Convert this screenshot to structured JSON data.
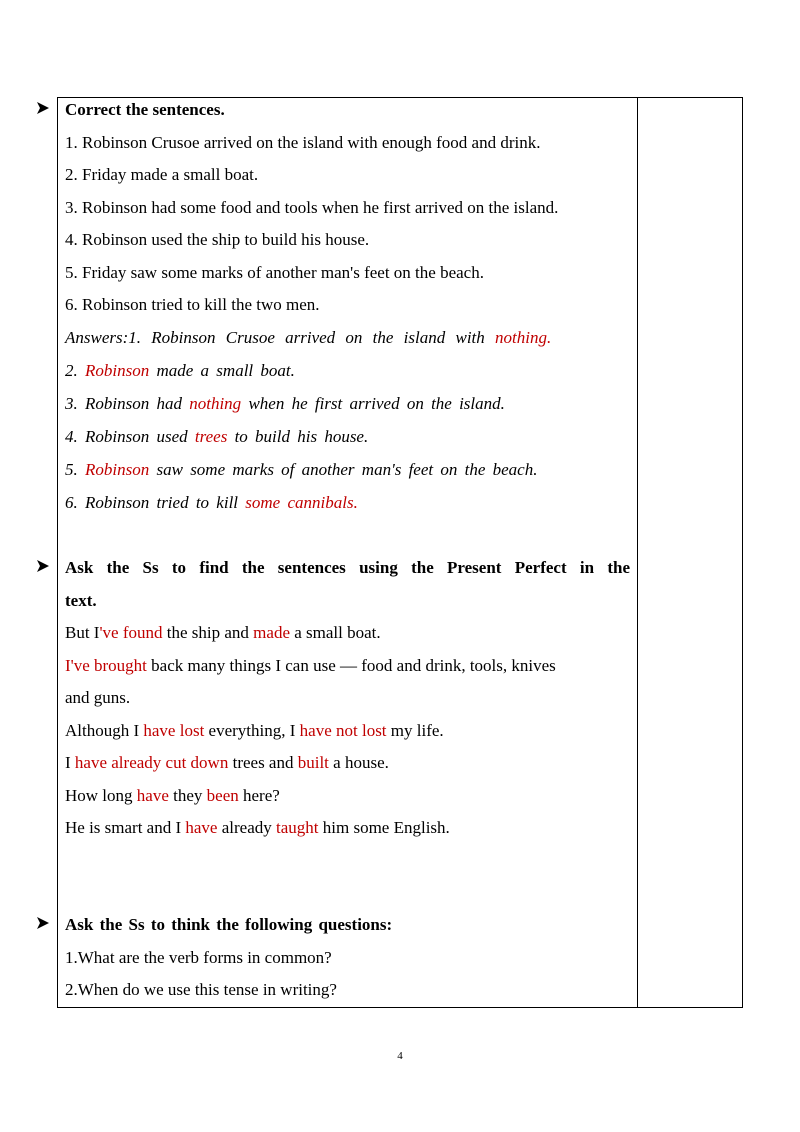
{
  "section1": {
    "heading": "Correct the sentences.",
    "sentences": [
      "1. Robinson Crusoe arrived on the island with enough food and drink.",
      "2. Friday made a small boat.",
      "3. Robinson had some food and tools when he first arrived on the island.",
      "4. Robinson used the ship to build his house.",
      "5. Friday saw some marks of another man's feet on the beach.",
      "6. Robinson tried to kill the two men."
    ],
    "answers": [
      {
        "a": "Answers:1. Robinson Crusoe arrived on the island with ",
        "r": "nothing.",
        "b": ""
      },
      {
        "a": "2. ",
        "r": "Robinson",
        "b": " made a small boat."
      },
      {
        "a": "3. Robinson had ",
        "r": "nothing",
        "b": " when he first arrived on the island."
      },
      {
        "a": "4. Robinson used ",
        "r": "trees",
        "b": " to build his house."
      },
      {
        "a": "5. ",
        "r": "Robinson",
        "b": " saw some marks of another man's feet on the beach."
      },
      {
        "a": "6. Robinson tried to kill ",
        "r": "some cannibals.",
        "b": ""
      }
    ]
  },
  "section2": {
    "heading_line1": "Ask the Ss to find the sentences using the Present Perfect in the",
    "heading_line2": "text.",
    "s1": {
      "t1": "But I",
      "r1": "'ve found",
      "t2": " the ship and ",
      "r2": "made",
      "t3": " a small boat."
    },
    "s2": {
      "r1": "I've brought",
      "t1": " back many things I can use — food and drink, tools, knives",
      "cont": "and guns."
    },
    "s3": {
      "t1": "Although I ",
      "r1": "have lost",
      "t2": " everything, I ",
      "r2": "have not lost",
      "t3": " my life."
    },
    "s4": {
      "t1": "I ",
      "r1": "have already cut down",
      "t2": " trees and ",
      "r2": "built",
      "t3": " a house."
    },
    "s5": {
      "t1": "How long ",
      "r1": "have",
      "t2": " they ",
      "r2": "been",
      "t3": " here?"
    },
    "s6": {
      "t1": "He is smart and I ",
      "r1": "have",
      "t2": " already ",
      "r2": "taught",
      "t3": " him some English."
    }
  },
  "section3": {
    "heading": "Ask the Ss to think the following questions:",
    "questions": [
      "1.What are the verb forms in common?",
      "2.When do we use this tense in writing?"
    ]
  },
  "page_number": "4",
  "colors": {
    "highlight": "#c00000",
    "text": "#000000"
  }
}
